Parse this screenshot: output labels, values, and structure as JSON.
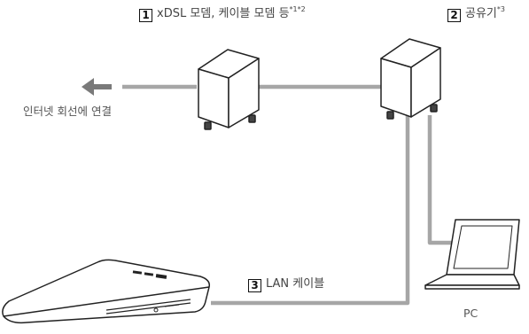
{
  "labels": {
    "modem": {
      "num": "1",
      "text": "xDSL 모뎀, 케이블 모뎀 등",
      "sup": "*1*2"
    },
    "router": {
      "num": "2",
      "text": "공유기",
      "sup": "*3"
    },
    "cable": {
      "num": "3",
      "text": "LAN 케이블"
    },
    "internet": "인터넷 회선에 연결",
    "pc": "PC"
  },
  "colors": {
    "cable": "#a6a6a6",
    "outline": "#222222",
    "arrow": "#7a7a7a"
  }
}
